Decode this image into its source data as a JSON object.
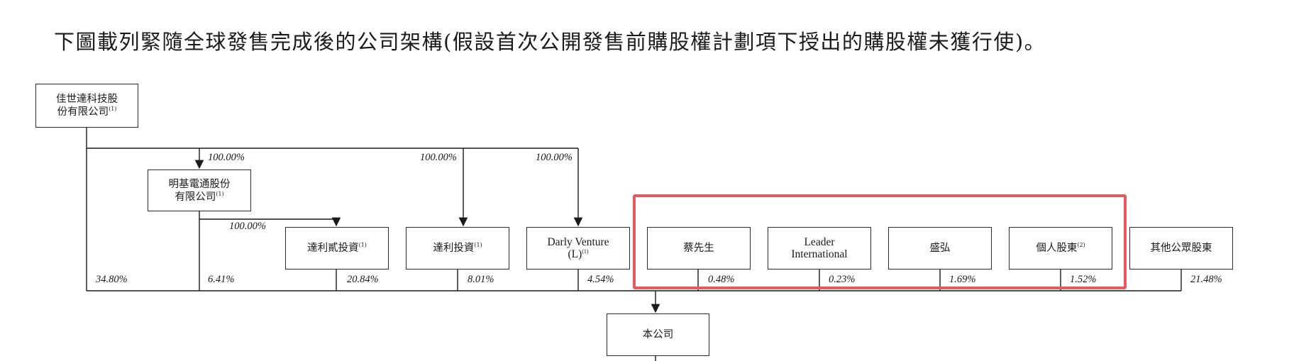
{
  "heading": "下圖載列緊隨全球發售完成後的公司架構(假設首次公開發售前購股權計劃項下授出的購股權未獲行使)。",
  "boxes": {
    "qisda": {
      "line1": "佳世達科技股",
      "line2": "份有限公司",
      "note": "(1)"
    },
    "benq": {
      "line1": "明基電通股份",
      "line2": "有限公司",
      "note": "(1)"
    },
    "dalishi": {
      "label": "達利貳投資",
      "note": "(1)"
    },
    "dali": {
      "label": "達利投資",
      "note": "(1)"
    },
    "darly": {
      "line1": "Darly Venture",
      "line2": "(L)",
      "note": "(1)"
    },
    "cai": {
      "label": "蔡先生"
    },
    "leader": {
      "line1": "Leader",
      "line2": "International"
    },
    "shenghong": {
      "label": "盛弘"
    },
    "individual": {
      "label": "個人股東",
      "note": "(2)"
    },
    "public": {
      "label": "其他公眾股東"
    },
    "company": {
      "label": "本公司"
    }
  },
  "percentages": {
    "qisda_to_benq": "100.00%",
    "qisda_to_dali": "100.00%",
    "qisda_to_darly": "100.00%",
    "benq_to_dalishi": "100.00%",
    "qisda_direct": "34.80%",
    "benq_direct": "6.41%",
    "dalishi": "20.84%",
    "dali": "8.01%",
    "darly": "4.54%",
    "cai": "0.48%",
    "leader": "0.23%",
    "shenghong": "1.69%",
    "individual": "1.52%",
    "public": "21.48%"
  }
}
